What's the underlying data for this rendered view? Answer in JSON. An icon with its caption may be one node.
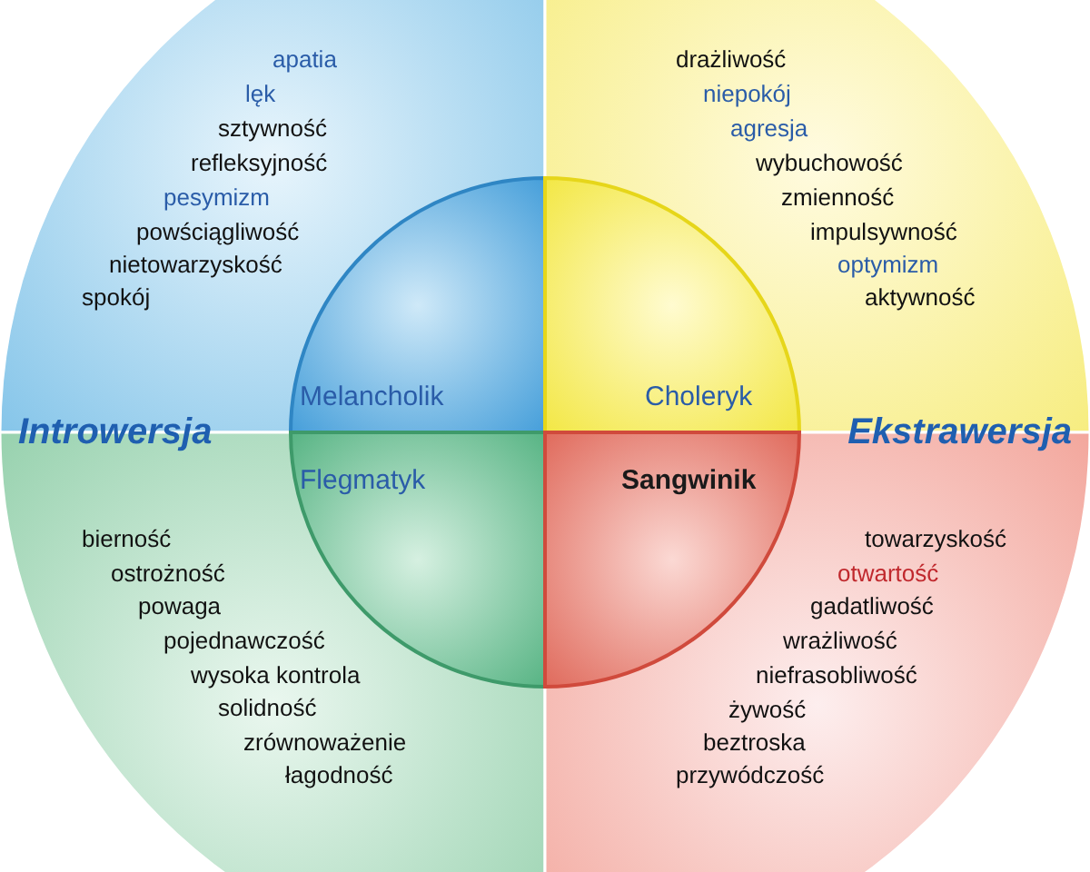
{
  "diagram": {
    "nodes": [
      {
        "text": [
          "apatia",
          "lęk",
          "sztywność",
          "refleksyjność",
          "pesymizm",
          "powściągliwość",
          "nietowarzyskość",
          "spokój"
        ]
      },
      {
        "text": [
          "Melancholik"
        ],
        "in": 0
      },
      {
        "text": [
          "drażliwość",
          "niepokój",
          "agresja",
          "wybuchowość",
          "zmienność",
          "impulsywność",
          "optymizm",
          "aktywność"
        ]
      },
      {
        "text": [
          "Choleryk"
        ],
        "in": 2
      },
      {
        "text": [
          "bierność",
          "ostrożność",
          "powaga",
          "pojednawczość",
          "wysoka kontrola",
          "solidność",
          "zrównoważenie",
          "łagodność"
        ]
      },
      {
        "text": [
          "Flegmatyk"
        ],
        "in": 4
      },
      {
        "text": [
          "towarzyskość",
          "otwartość",
          "gadatliwość",
          "wrażliwość",
          "niefrasobliwość",
          "żywość",
          "beztroska",
          "przywódczość"
        ]
      },
      {
        "text": [
          "Sangwinik"
        ],
        "in": 6
      }
    ],
    "labels": [
      "Introwersja",
      "Ekstrawersja"
    ]
  }
}
